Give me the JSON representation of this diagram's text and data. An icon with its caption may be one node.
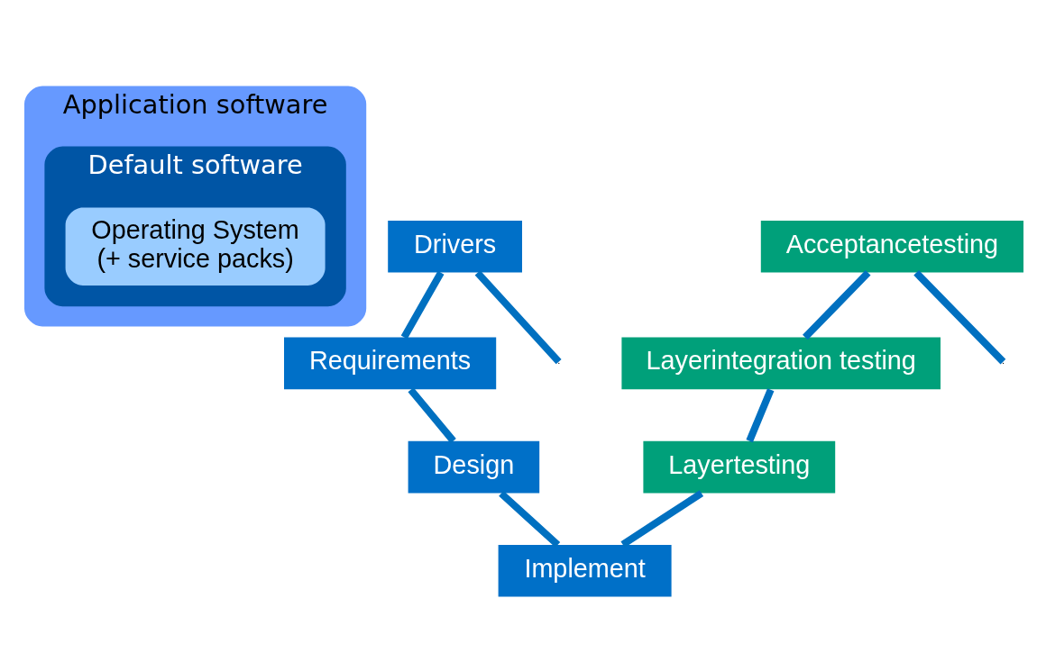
{
  "diagram": {
    "nodes": [
      {
        "text": [
          "Application software"
        ]
      },
      {
        "text": [
          "Default software"
        ],
        "in": 0
      },
      {
        "text": [
          "Operating System",
          "(+ service packs)"
        ],
        "in": 1
      },
      {
        "text": [
          "Drivers"
        ]
      },
      {
        "text": [
          "Requirements"
        ]
      },
      {
        "text": [
          "Design"
        ]
      },
      {
        "text": [
          "Implement"
        ]
      },
      {
        "text": [
          "Layertesting"
        ]
      },
      {
        "text": [
          "Layerintegration testing"
        ]
      },
      {
        "text": [
          "Acceptancetesting"
        ]
      }
    ],
    "edges": [
      {
        "from": null,
        "to": 3,
        "arrow": "none"
      },
      {
        "from": 3,
        "to": 4,
        "arrow": "none"
      },
      {
        "from": 4,
        "to": 5,
        "arrow": "none"
      },
      {
        "from": 5,
        "to": 6,
        "arrow": "none"
      },
      {
        "from": 6,
        "to": 7,
        "arrow": "none"
      },
      {
        "from": 7,
        "to": 8,
        "arrow": "none"
      },
      {
        "from": 8,
        "to": 9,
        "arrow": "none"
      },
      {
        "from": 9,
        "to": null,
        "arrow": "none"
      }
    ]
  }
}
